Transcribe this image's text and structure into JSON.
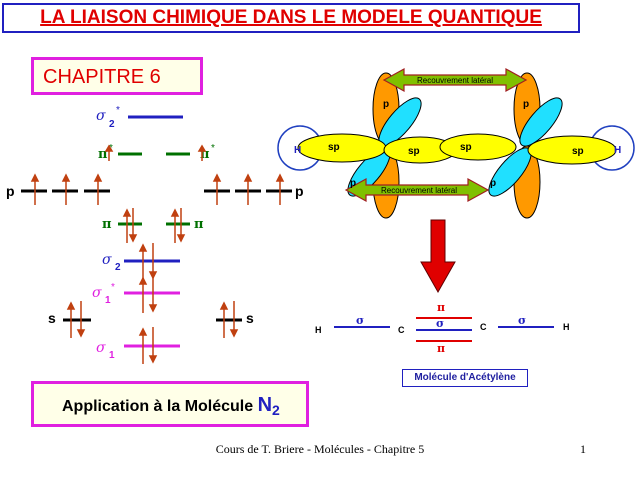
{
  "header": {
    "title": "LA LIAISON CHIMIQUE DANS LE MODELE QUANTIQUE"
  },
  "chapter": {
    "label": "CHAPITRE 6"
  },
  "mo_diagram": {
    "sigma2_star": "σ",
    "sigma2_star_sub": "2",
    "sigma2_star_sup": "*",
    "pi_star_left": "π",
    "pi_star_right": "π",
    "pi_star_sup": "*",
    "p_left": "p",
    "p_right": "p",
    "pi_left": "π",
    "pi_right": "π",
    "sigma2": "σ",
    "sigma2_sub": "2",
    "sigma1_star": "σ",
    "sigma1_star_sub": "1",
    "sigma1_star_sup": "*",
    "s_left": "s",
    "s_right": "s",
    "sigma1": "σ",
    "sigma1_sub": "1"
  },
  "application": {
    "prefix": "Application à la Molécule ",
    "molecule": "N",
    "subscript": "2"
  },
  "orbital_figure": {
    "overlap_top": "Recouvrement latéral",
    "overlap_bottom": "Recouvrement latéral",
    "p_label": "p",
    "sp_label": "sp",
    "h_label": "H"
  },
  "acetylene": {
    "h_left": "H",
    "c_left": "C",
    "c_right": "C",
    "h_right": "H",
    "sigma": "σ",
    "pi": "π",
    "caption": "Molécule d'Acétylène"
  },
  "footer": {
    "text": "Cours de T. Briere - Molécules - Chapitre 5",
    "page": "1"
  },
  "colors": {
    "title": "#e00000",
    "blue": "#2020c0",
    "magenta": "#e020e0",
    "green": "#007000",
    "arrow": "#c04010",
    "orbital_yellow": "#ffff00",
    "orbital_cyan": "#20e0ff",
    "orbital_orange": "#ff9900"
  }
}
